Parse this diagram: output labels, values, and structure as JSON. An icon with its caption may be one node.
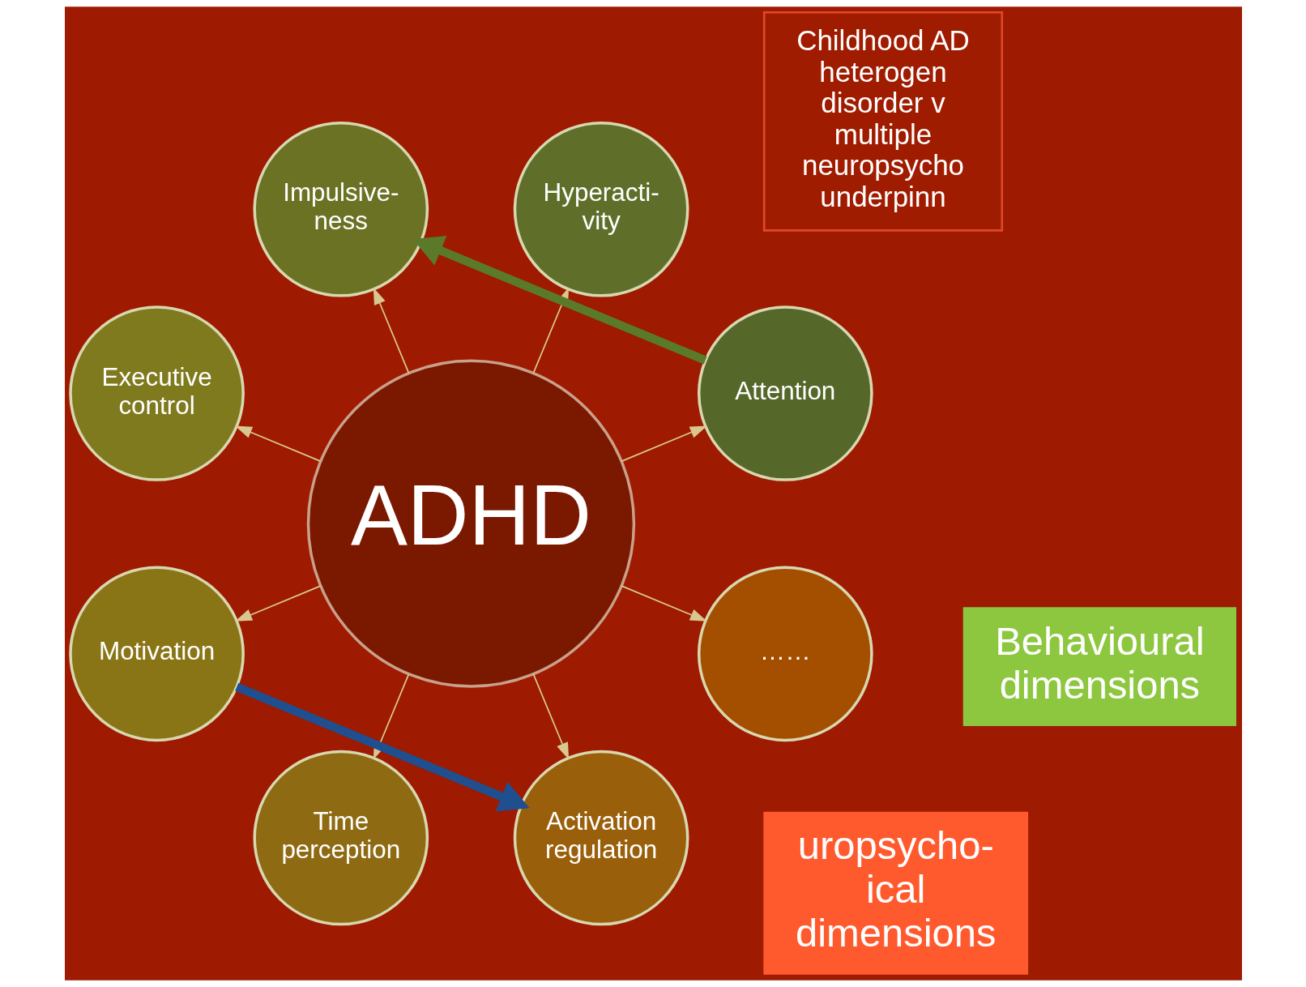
{
  "diagram": {
    "nodes": [
      {
        "text": [
          "ADHD"
        ]
      },
      {
        "text": [
          "Attention"
        ]
      },
      {
        "text": [
          "Hyperacti- vity"
        ]
      },
      {
        "text": [
          "Impulsive- ness"
        ]
      },
      {
        "text": [
          "Executive control"
        ]
      },
      {
        "text": [
          "Motivation"
        ]
      },
      {
        "text": [
          "Time perception"
        ]
      },
      {
        "text": [
          "Activation regulation"
        ]
      },
      {
        "text": [
          "……"
        ]
      },
      {
        "text": [
          "Behavioural dimensions"
        ]
      },
      {
        "text": [
          "uropsycho- ical dimensions"
        ]
      },
      {
        "text": [
          "Childhood AD heterogen disorder v multiple neuropsycho underpinn"
        ]
      }
    ],
    "edges": [
      {
        "from": 0,
        "to": 1,
        "arrow": "to"
      },
      {
        "from": 0,
        "to": 2,
        "arrow": "to"
      },
      {
        "from": 0,
        "to": 3,
        "arrow": "to"
      },
      {
        "from": 0,
        "to": 4,
        "arrow": "to"
      },
      {
        "from": 0,
        "to": 5,
        "arrow": "to"
      },
      {
        "from": 0,
        "to": 6,
        "arrow": "to"
      },
      {
        "from": 0,
        "to": 7,
        "arrow": "to"
      },
      {
        "from": 0,
        "to": 8,
        "arrow": "to"
      },
      {
        "from": 1,
        "to": 3,
        "arrow": "to",
        "style": "thick",
        "color": "#5a7a2a"
      },
      {
        "from": 5,
        "to": 7,
        "arrow": "to",
        "style": "thick",
        "color": "#1f4f8f"
      }
    ]
  }
}
